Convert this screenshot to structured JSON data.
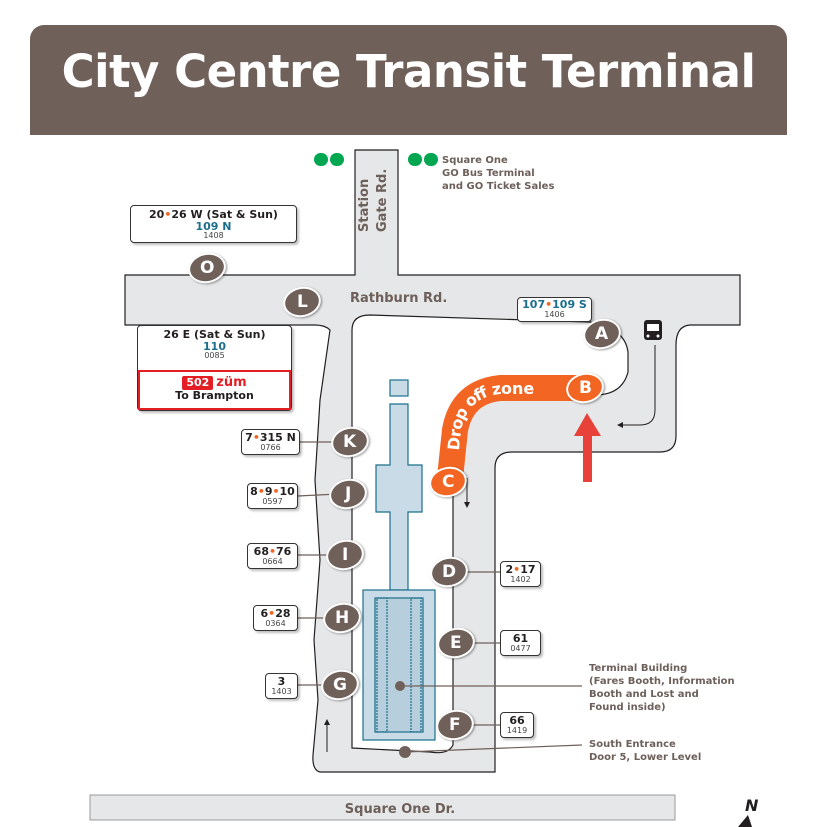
{
  "title": "City Centre Transit Terminal",
  "roads": {
    "rathburn": "Rathburn Rd.",
    "station_gate": [
      "Station",
      "Gate Rd."
    ],
    "square_one": "Square One Dr."
  },
  "go": {
    "logo": "GO",
    "lines": [
      "Square One",
      "GO Bus Terminal",
      "and GO Ticket Sales"
    ]
  },
  "drop_off": "Drop off zone",
  "terminal_building": [
    "Terminal Building",
    "(Fares Booth, Information",
    "Booth and Lost and",
    "Found inside)"
  ],
  "south_entrance": [
    "South Entrance",
    "Door 5, Lower Level"
  ],
  "north": "N",
  "stops": {
    "O": {
      "letter": "O",
      "routes": "20•26 W (Sat & Sun)",
      "alt": "109 N",
      "stop_id": "1408"
    },
    "L": {
      "letter": "L",
      "routes": "26 E (Sat & Sun)",
      "alt": "110",
      "stop_id": "0085",
      "zum_route": "502",
      "zum_logo": "züm",
      "zum_dest": "To Brampton"
    },
    "A": {
      "letter": "A",
      "alt": "107•109 S",
      "stop_id": "1406"
    },
    "B": {
      "letter": "B"
    },
    "C": {
      "letter": "C"
    },
    "K": {
      "letter": "K",
      "routes": "7•315 N",
      "stop_id": "0766"
    },
    "J": {
      "letter": "J",
      "routes": "8•9•10",
      "stop_id": "0597"
    },
    "I": {
      "letter": "I",
      "routes": "68•76",
      "stop_id": "0664"
    },
    "H": {
      "letter": "H",
      "routes": "6•28",
      "stop_id": "0364"
    },
    "G": {
      "letter": "G",
      "routes": "3",
      "stop_id": "1403"
    },
    "D": {
      "letter": "D",
      "routes": "2•17",
      "stop_id": "1402"
    },
    "E": {
      "letter": "E",
      "routes": "61",
      "stop_id": "0477"
    },
    "F": {
      "letter": "F",
      "routes": "66",
      "stop_id": "1419"
    }
  },
  "colors": {
    "header": "#6f605a",
    "go_green": "#00a650",
    "drop_off": "#f26522",
    "route_teal": "#1b6f8c",
    "zum_red": "#e31e24",
    "arrow_red": "#e8413a"
  }
}
